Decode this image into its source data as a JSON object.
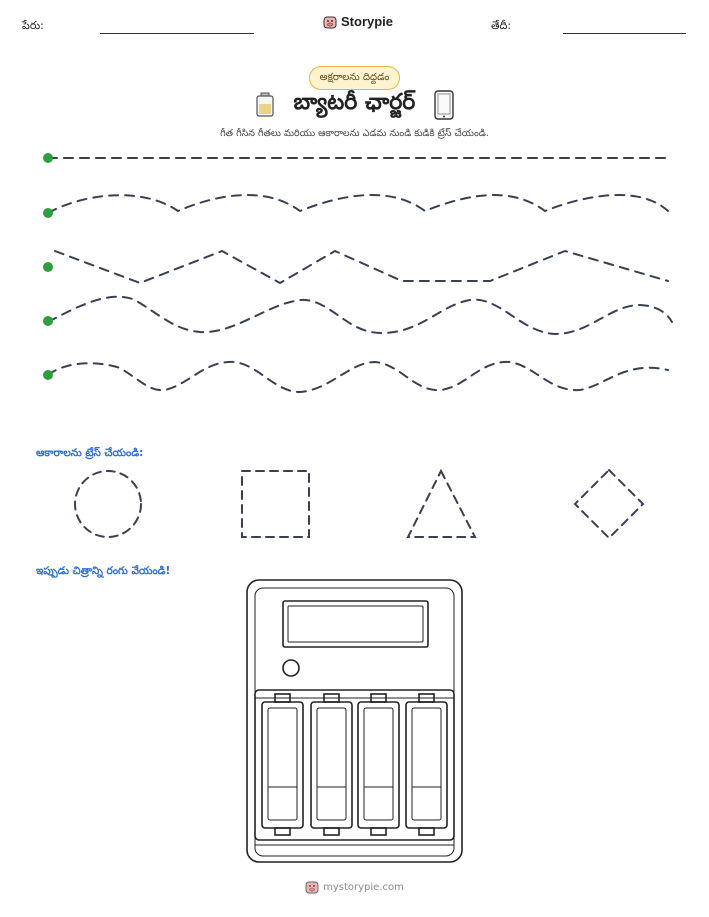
{
  "header": {
    "name_label": "పేరు:",
    "date_label": "తేదీ:",
    "brand": "Storypie"
  },
  "badge": "అక్షరాలను దిద్దడం",
  "title": "బ్యాటరీ ఛార్జర్",
  "instruction": "గీత గీసిన గీతలు మరియు ఆకారాలను ఎడమ నుండి కుడికి ట్రేస్ చేయండి.",
  "sections": {
    "shapes": "ఆకారాలను ట్రేస్ చేయండి:",
    "color": "ఇప్పుడు చిత్రాన్ని రంగు వేయండి!"
  },
  "shapes": [
    "circle",
    "square",
    "triangle",
    "diamond"
  ],
  "icons": [
    "battery-icon",
    "tablet-icon",
    "pig-logo-icon"
  ],
  "colors": {
    "trace": "#3a3f55",
    "start_dot": "#2e9e3e",
    "accent": "#2f6fd6"
  },
  "footer": "mystorypie.com"
}
